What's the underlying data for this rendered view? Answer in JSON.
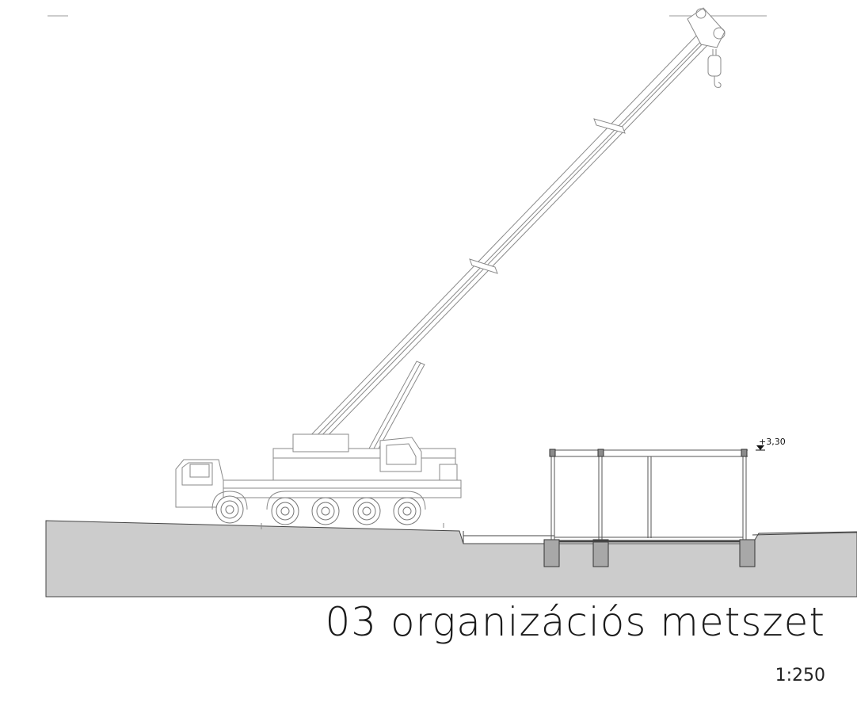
{
  "drawing": {
    "title": "03 organizációs metszet",
    "scale": "1:250",
    "level_marker": "+3,30",
    "colors": {
      "ground": "#cccccc",
      "line": "#555555",
      "crane_line": "#8a8a8a",
      "footing": "#a8a8a8",
      "node": "#8c8c8c"
    },
    "icons": {
      "crane": "mobile-crane-icon",
      "hook": "crane-hook-icon",
      "level": "level-triangle-icon"
    }
  }
}
